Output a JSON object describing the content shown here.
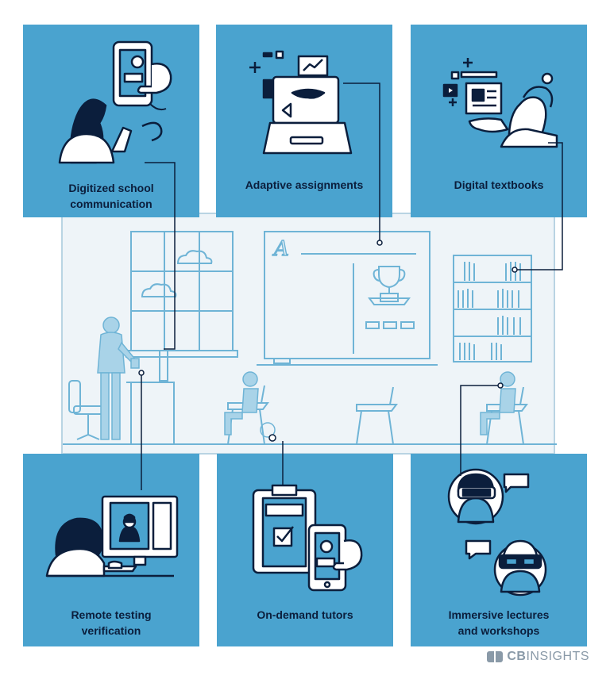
{
  "cards": [
    {
      "id": "digitized-communication",
      "label_lines": [
        "Digitized school",
        "communication"
      ]
    },
    {
      "id": "adaptive-assignments",
      "label_lines": [
        "Adaptive assignments"
      ]
    },
    {
      "id": "digital-textbooks",
      "label_lines": [
        "Digital textbooks"
      ]
    },
    {
      "id": "remote-testing",
      "label_lines": [
        "Remote testing",
        "verification"
      ]
    },
    {
      "id": "on-demand-tutors",
      "label_lines": [
        "On-demand tutors"
      ]
    },
    {
      "id": "immersive-lectures",
      "label_lines": [
        "Immersive lectures",
        "and workshops"
      ]
    }
  ],
  "whiteboard": {
    "letter": "A"
  },
  "brand": {
    "cb": "CB",
    "insights": "INSIGHTS"
  },
  "colors": {
    "card": "#4aa3cf",
    "ink": "#0b1e3c",
    "classroom_bg": "#eef4f8",
    "classroom_line": "#6fb4d6",
    "figure_fill": "#a9d3e8",
    "brand": "#8a9aa8"
  }
}
